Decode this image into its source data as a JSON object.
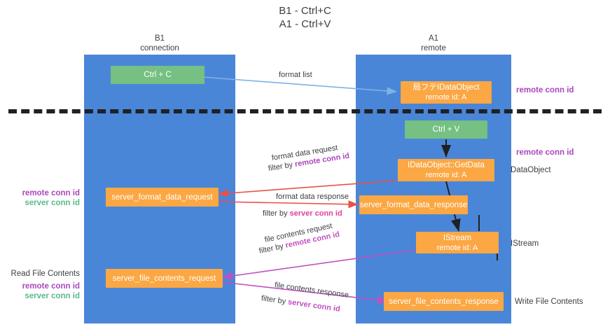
{
  "title": {
    "line1": "B1 - Ctrl+C",
    "line2": "A1 - Ctrl+V"
  },
  "lanes": [
    {
      "id": "b1",
      "name": "B1",
      "role": "connection"
    },
    {
      "id": "a1",
      "name": "A1",
      "role": "remote"
    }
  ],
  "nodes": {
    "ctrl_c": {
      "label": "Ctrl + C"
    },
    "idataobject": {
      "line1": "局フテIDataObject",
      "line2": "remote id: A"
    },
    "ctrl_v": {
      "label": "Ctrl + V"
    },
    "getdata": {
      "line1": "IDataObject::GetData",
      "line2": "remote id: A"
    },
    "format_data_request": {
      "label": "server_format_data_request"
    },
    "format_data_response": {
      "label": "server_format_data_response"
    },
    "istream": {
      "line1": "IStream",
      "line2": "remote id: A"
    },
    "file_contents_request": {
      "label": "server_file_contents_request"
    },
    "file_contents_response": {
      "label": "server_file_contents_response"
    }
  },
  "edge_labels": {
    "format_list": {
      "text": "format list"
    },
    "format_data_request": {
      "text": "format data request",
      "filter_prefix": "filter by ",
      "filter_key": "remote conn id"
    },
    "format_data_response": {
      "text": "format data response",
      "filter_prefix": "filter by ",
      "filter_key": "server conn id"
    },
    "file_contents_request": {
      "text": "file contents request",
      "filter_prefix": "filter by ",
      "filter_key": "remote conn id"
    },
    "file_contents_response": {
      "text": "file contents response",
      "filter_prefix": "filter by ",
      "filter_key": "server conn id"
    }
  },
  "annotations": {
    "right_remote_conn_id_top": {
      "text": "remote conn id"
    },
    "right_remote_conn_id_mid": {
      "text": "remote conn id"
    },
    "right_dataobject": {
      "text": "DataObject"
    },
    "right_istream": {
      "text": "IStream"
    },
    "right_write_file_contents": {
      "text": "Write File Contents"
    },
    "left_remote_conn_id_mid": {
      "text": "remote conn id"
    },
    "left_server_conn_id_mid": {
      "text": "server conn id"
    },
    "left_read_file_contents": {
      "text": "Read File Contents"
    },
    "left_remote_conn_id_bot": {
      "text": "remote conn id"
    },
    "left_server_conn_id_bot": {
      "text": "server conn id"
    }
  },
  "colors": {
    "lane": "#4a86d8",
    "green_node": "#75c082",
    "orange_node": "#fba743",
    "purple": "#ab47bc",
    "green_text": "#57bb8a",
    "edge_blue": "#7eb3e8",
    "edge_red": "#e8514a",
    "edge_magenta": "#c050c0",
    "edge_dark": "#202124",
    "divider": "#202124"
  }
}
